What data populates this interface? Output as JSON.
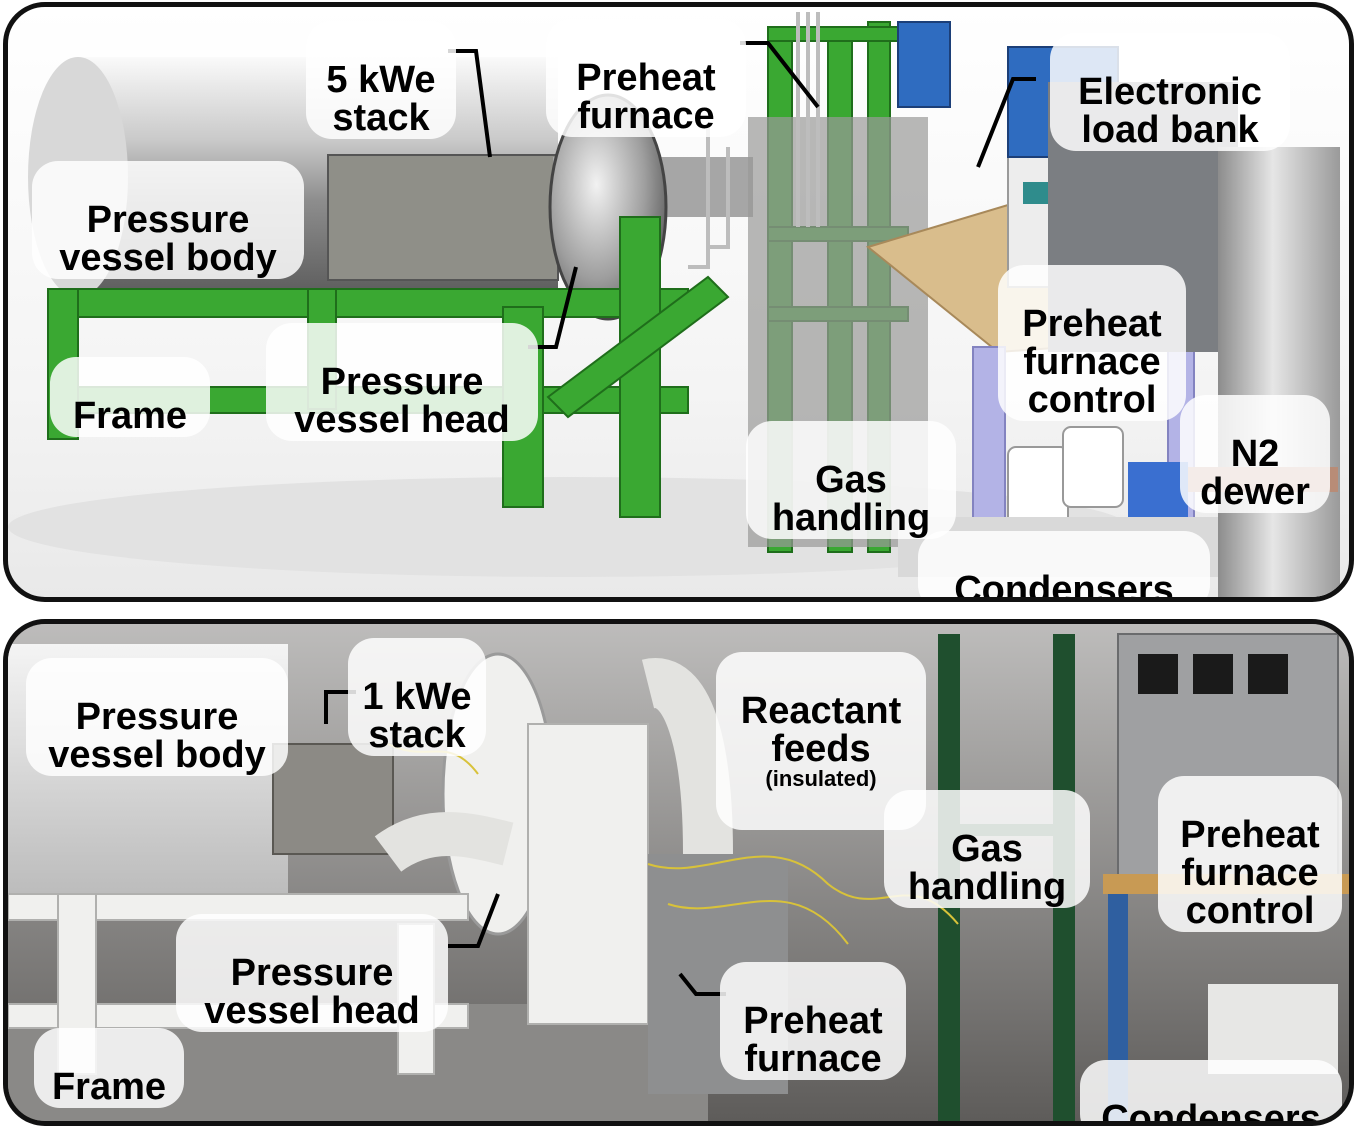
{
  "top_panel": {
    "labels": {
      "stack": "5 kWe\nstack",
      "preheat_furnace": "Preheat\nfurnace",
      "electronic_load_bank": "Electronic\nload bank",
      "pressure_vessel_body": "Pressure\nvessel body",
      "pressure_vessel_head": "Pressure\nvessel head",
      "frame": "Frame",
      "preheat_furnace_control": "Preheat\nfurnace\ncontrol",
      "gas_handling": "Gas\nhandling",
      "n2_dewer": "N2\ndewer",
      "condensers": "Condensers"
    }
  },
  "bottom_panel": {
    "labels": {
      "pressure_vessel_body": "Pressure\nvessel body",
      "stack": "1 kWe\nstack",
      "reactant_feeds": "Reactant\nfeeds",
      "reactant_feeds_note": "(insulated)",
      "gas_handling": "Gas\nhandling",
      "preheat_furnace_control": "Preheat\nfurnace\ncontrol",
      "pressure_vessel_head": "Pressure\nvessel head",
      "preheat_furnace": "Preheat\nfurnace",
      "frame": "Frame",
      "condensers": "Condensers"
    }
  },
  "colors": {
    "frame_green": "#3aa832",
    "frame_white": "#f0f0ee",
    "leg_lavender": "#b3b3e6",
    "table_wood": "#d9bd8c",
    "panel_blue": "#2f6cc0",
    "border": "#111111"
  }
}
